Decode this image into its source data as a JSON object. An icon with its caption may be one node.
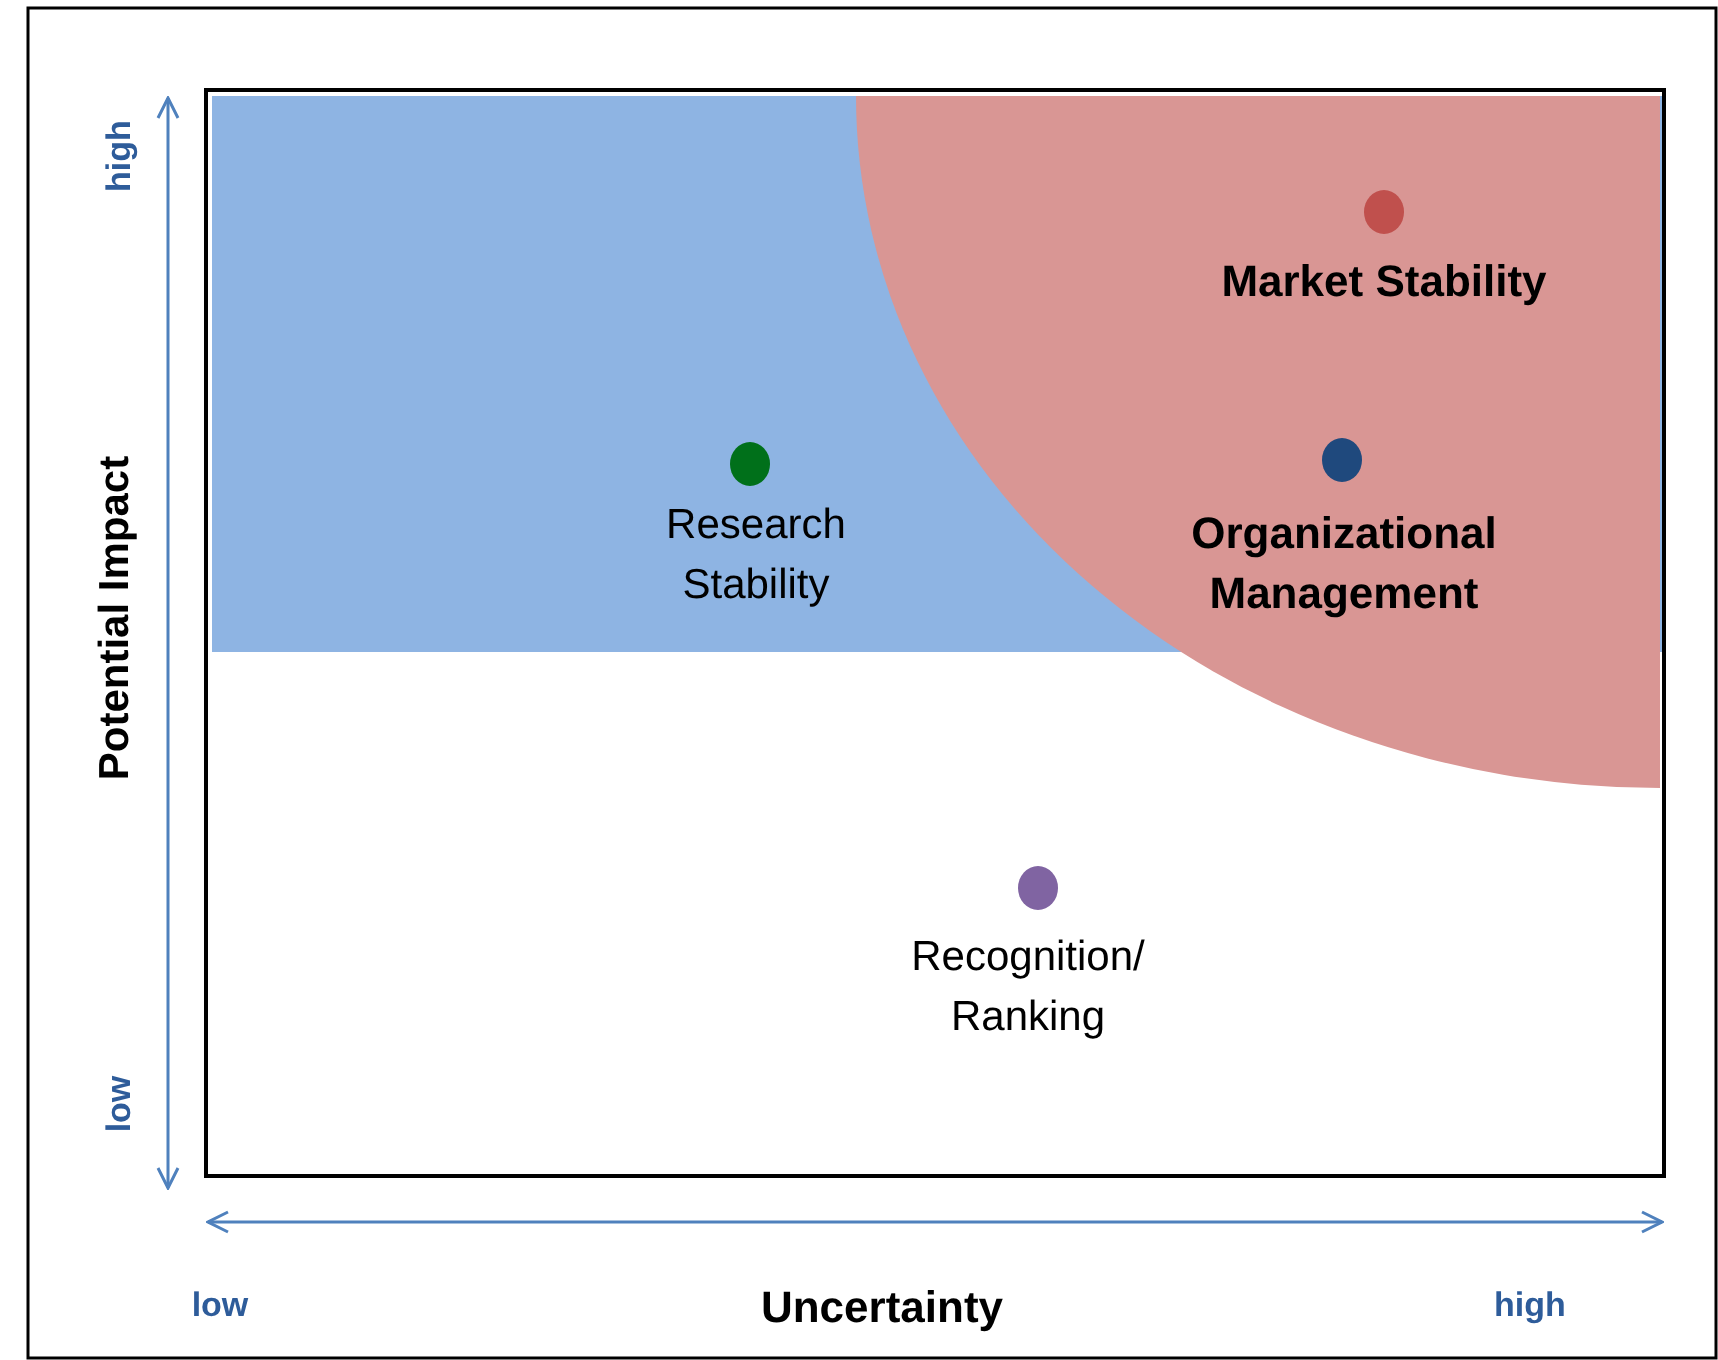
{
  "diagram": {
    "labels": [
      "high",
      "Market Stability",
      "Research Stability",
      "Organizational Management",
      "Potential Impact",
      "Recognition/ Ranking",
      "low",
      "low",
      "Uncertainty",
      "high"
    ]
  }
}
